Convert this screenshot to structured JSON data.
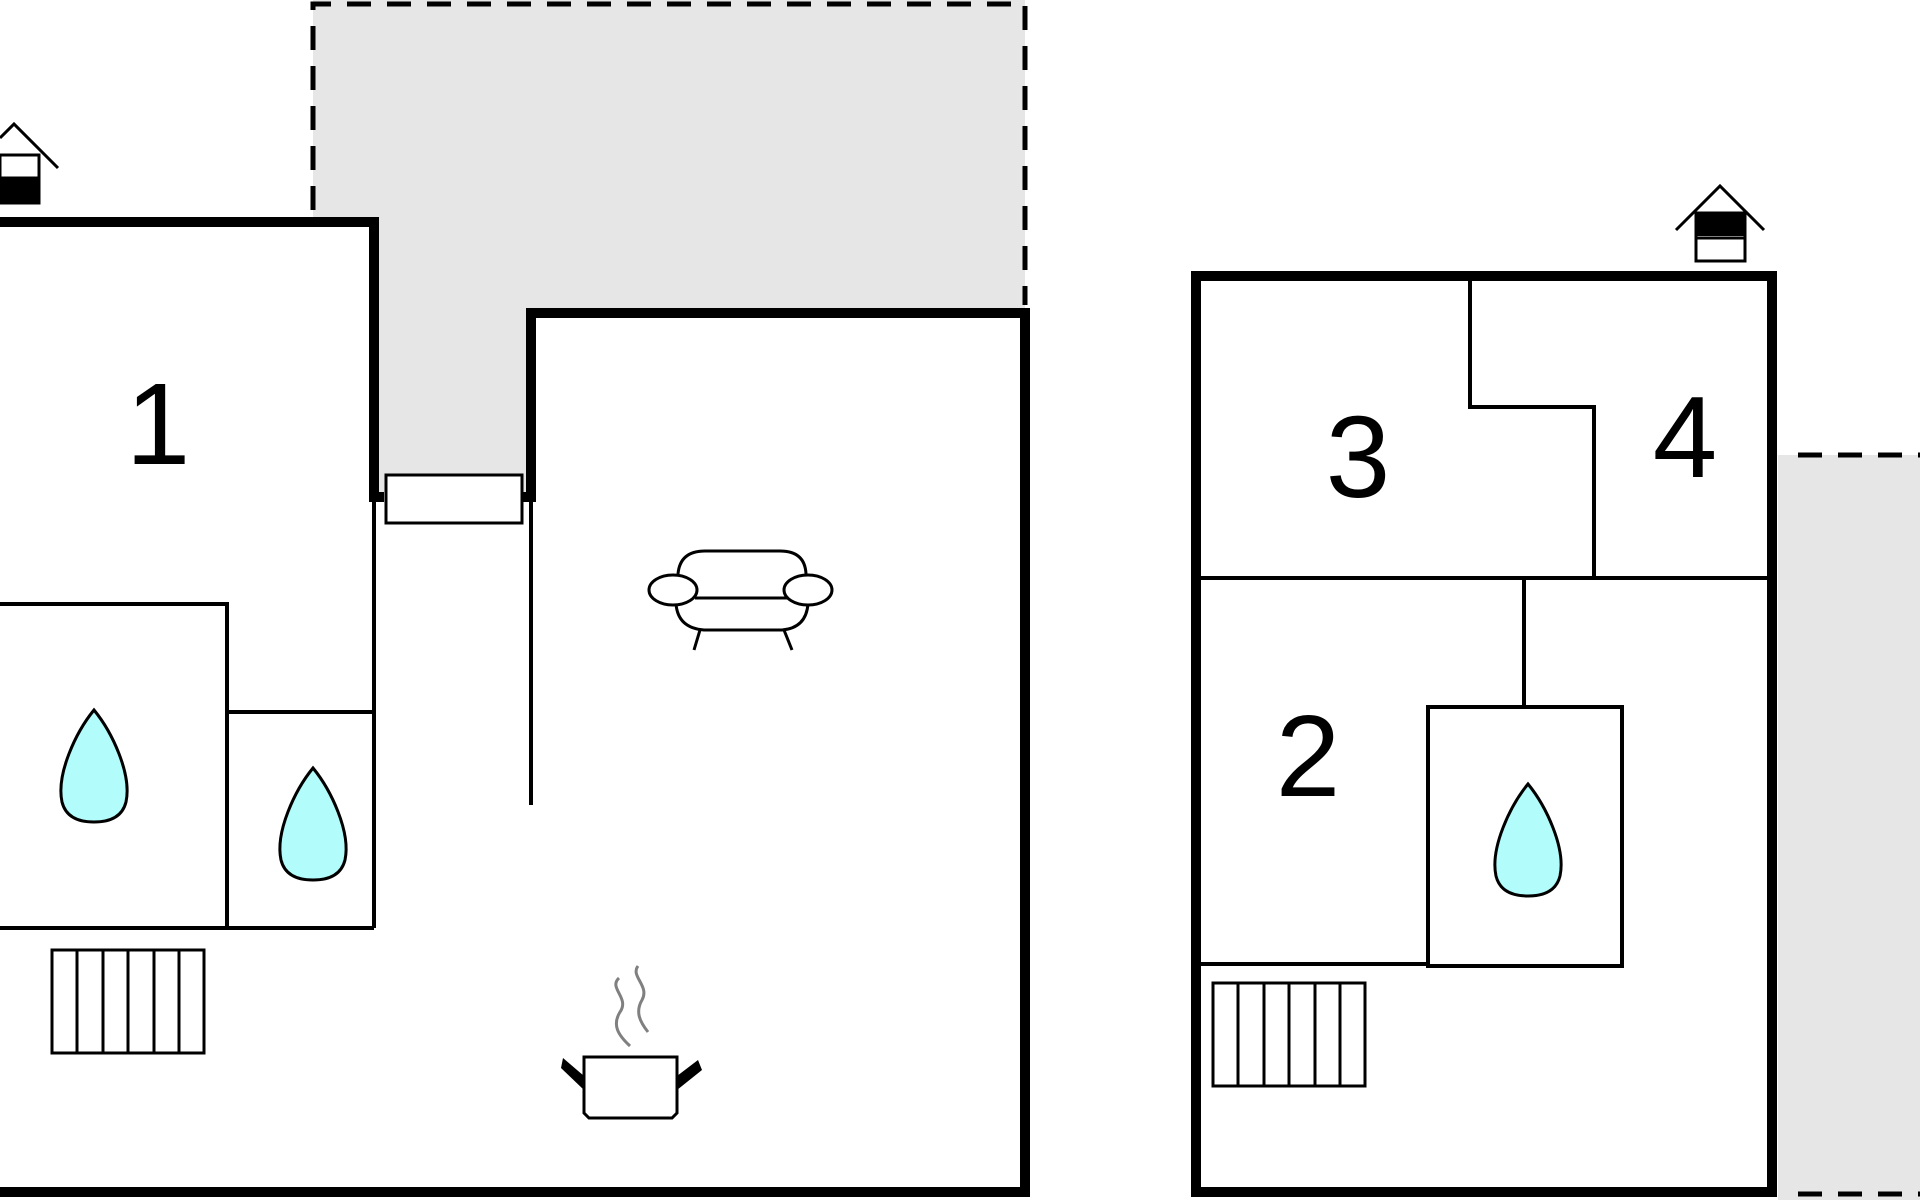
{
  "floor_plan": {
    "rooms": [
      {
        "id": "room-1",
        "label": "1"
      },
      {
        "id": "room-2",
        "label": "2"
      },
      {
        "id": "room-3",
        "label": "3"
      },
      {
        "id": "room-4",
        "label": "4"
      }
    ],
    "icons": {
      "bathroom": "water-drop-icon",
      "kitchen": "cooking-pot-icon",
      "living": "sofa-icon",
      "heating": "radiator-icon",
      "entrance": "entrance-house-icon"
    },
    "colors": {
      "wall": "#000000",
      "terrace_fill": "#e6e6e6",
      "water_drop_fill": "#b3fcfc",
      "steam": "#808080"
    }
  }
}
